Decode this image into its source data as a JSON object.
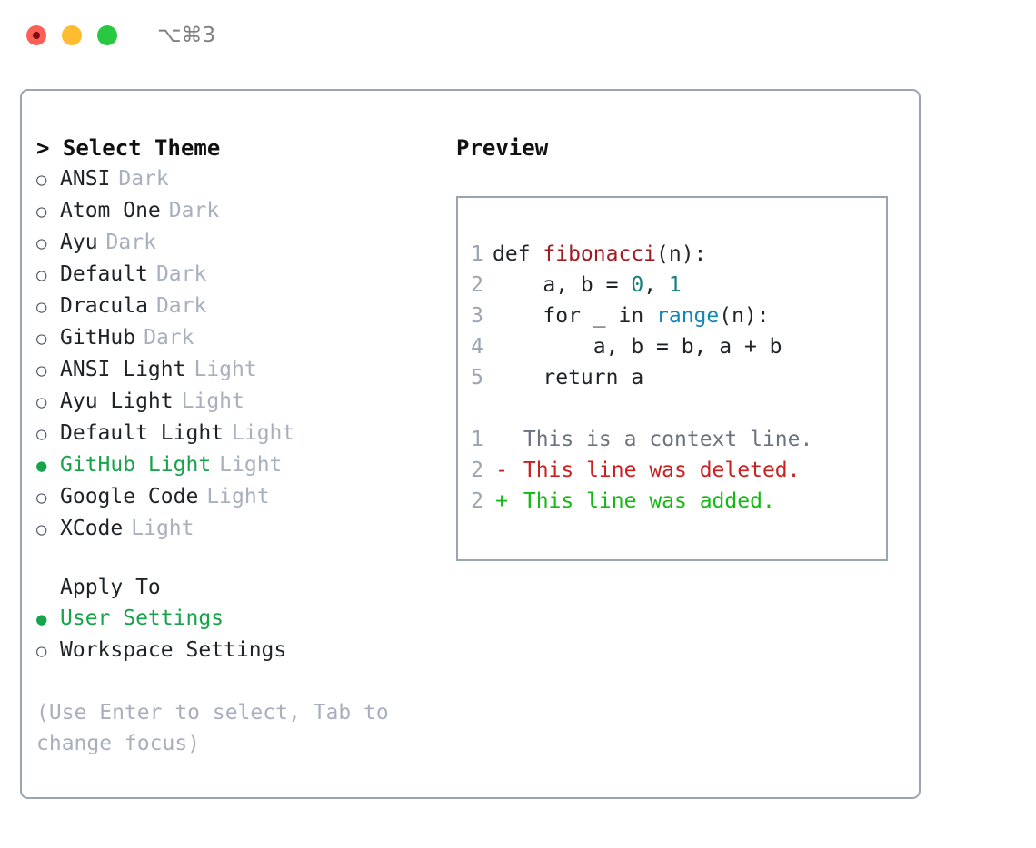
{
  "window": {
    "title": "⌥⌘3",
    "traffic_lights": [
      "close",
      "minimize",
      "zoom"
    ]
  },
  "theme_panel": {
    "header": "> Select Theme",
    "header_caret": ">",
    "header_text": "Select Theme",
    "items": [
      {
        "bullet": "○",
        "label": "ANSI",
        "kind": "Dark",
        "selected": false
      },
      {
        "bullet": "○",
        "label": "Atom One",
        "kind": "Dark",
        "selected": false
      },
      {
        "bullet": "○",
        "label": "Ayu",
        "kind": "Dark",
        "selected": false
      },
      {
        "bullet": "○",
        "label": "Default",
        "kind": "Dark",
        "selected": false
      },
      {
        "bullet": "○",
        "label": "Dracula",
        "kind": "Dark",
        "selected": false
      },
      {
        "bullet": "○",
        "label": "GitHub",
        "kind": "Dark",
        "selected": false
      },
      {
        "bullet": "○",
        "label": "ANSI Light",
        "kind": "Light",
        "selected": false
      },
      {
        "bullet": "○",
        "label": "Ayu Light",
        "kind": "Light",
        "selected": false
      },
      {
        "bullet": "○",
        "label": "Default Light",
        "kind": "Light",
        "selected": false
      },
      {
        "bullet": "●",
        "label": "GitHub Light",
        "kind": "Light",
        "selected": true
      },
      {
        "bullet": "○",
        "label": "Google Code",
        "kind": "Light",
        "selected": false
      },
      {
        "bullet": "○",
        "label": "XCode",
        "kind": "Light",
        "selected": false
      }
    ],
    "apply_to": {
      "header": "Apply To",
      "options": [
        {
          "bullet": "●",
          "label": "User Settings",
          "selected": true
        },
        {
          "bullet": "○",
          "label": "Workspace Settings",
          "selected": false
        }
      ]
    },
    "hint": "(Use Enter to select, Tab to change focus)"
  },
  "preview": {
    "title": "Preview",
    "code_lines": [
      {
        "number": "1",
        "segments": [
          {
            "text": "def ",
            "style": "plain"
          },
          {
            "text": "fibonacci",
            "style": "fn"
          },
          {
            "text": "(n):",
            "style": "plain"
          }
        ]
      },
      {
        "number": "2",
        "segments": [
          {
            "text": "    a, b = ",
            "style": "plain"
          },
          {
            "text": "0",
            "style": "num"
          },
          {
            "text": ", ",
            "style": "plain"
          },
          {
            "text": "1",
            "style": "num"
          }
        ]
      },
      {
        "number": "3",
        "segments": [
          {
            "text": "    for _ in ",
            "style": "plain"
          },
          {
            "text": "range",
            "style": "blue"
          },
          {
            "text": "(n):",
            "style": "plain"
          }
        ]
      },
      {
        "number": "4",
        "segments": [
          {
            "text": "        a, b = b, a + b",
            "style": "plain"
          }
        ]
      },
      {
        "number": "5",
        "segments": [
          {
            "text": "    return a",
            "style": "plain"
          }
        ]
      }
    ],
    "diff_lines": [
      {
        "number": "1",
        "mark": " ",
        "text": "This is a context line.",
        "kind": "context"
      },
      {
        "number": "2",
        "mark": "-",
        "text": "This line was deleted.",
        "kind": "deleted"
      },
      {
        "number": "2",
        "mark": "+",
        "text": "This line was added.",
        "kind": "added"
      }
    ]
  },
  "colors": {
    "accent_green": "#17a34a",
    "muted": "#a8b0bd",
    "border": "#9aa5b1",
    "fn_red": "#a01c22",
    "keyword_blue": "#1186b8",
    "number_teal": "#17807d",
    "diff_deleted": "#cc1f1f",
    "diff_added": "#14b914",
    "diff_context": "#6b7280",
    "traffic_red": "#fd5f57",
    "traffic_yellow": "#febc2e",
    "traffic_green": "#28c840"
  }
}
